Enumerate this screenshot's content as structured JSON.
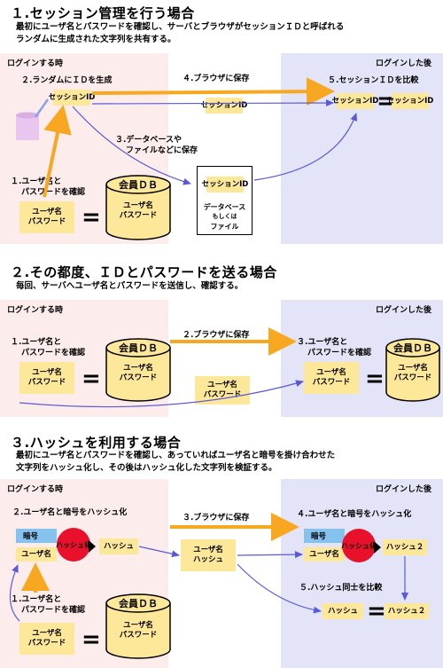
{
  "s1": {
    "title": "１.セッション管理を行う場合",
    "desc1": "最初にユーザ名とパスワードを確認し、サーバとブラウザがセッションＩＤと呼ばれる",
    "desc2": "ランダムに生成された文字列を共有する。",
    "login_label": "ログインする時",
    "after_label": "ログインした後",
    "step2": "２.ランダムにＩＤを生成",
    "step4": "４.ブラウザに保存",
    "step5": "５.セッションＩＤを比較",
    "step3_l1": "３.データベースや",
    "step3_l2": "ファイルなどに保存",
    "step1_l1": "１.ユーザ名と",
    "step1_l2": "パスワードを確認",
    "sid": "セッションID",
    "cred_l1": "ユーザ名",
    "cred_l2": "パスワード",
    "db_title": "会員ＤＢ",
    "file_l1": "データベース",
    "file_l2": "もしくは",
    "file_l3": "ファイル",
    "eq": "="
  },
  "s2": {
    "title": "２.その都度、ＩＤとパスワードを送る場合",
    "desc1": "毎回、サーバへユーザ名とパスワードを送信し、確認する。",
    "login_label": "ログインする時",
    "after_label": "ログインした後",
    "step1_l1": "１.ユーザ名と",
    "step1_l2": "パスワードを確認",
    "step2": "２.ブラウザに保存",
    "step3_l1": "３.ユーザ名と",
    "step3_l2": "パスワードを確認",
    "cred_l1": "ユーザ名",
    "cred_l2": "パスワード",
    "db_title": "会員ＤＢ",
    "eq": "="
  },
  "s3": {
    "title": "３.ハッシュを利用する場合",
    "desc1": "最初にユーザ名とパスワードを確認し、あっていればユーザ名と暗号を掛け合わせた",
    "desc2": "文字列をハッシュ化し、その後はハッシュ化した文字列を検証する。",
    "login_label": "ログインする時",
    "after_label": "ログインした後",
    "step2": "２.ユーザ名と暗号をハッシュ化",
    "step3": "３.ブラウザに保存",
    "step4": "４.ユーザ名と暗号をハッシュ化",
    "step5": "５.ハッシュ同士を比較",
    "step1_l1": "１.ユーザ名と",
    "step1_l2": "パスワードを確認",
    "secret": "暗号",
    "user": "ユーザ名",
    "hash_fn": "ハッシュ化",
    "hash": "ハッシュ",
    "hash2": "ハッシュ２",
    "cred_l1": "ユーザ名",
    "cred_l2": "パスワード",
    "db_title": "会員ＤＢ",
    "eq": "="
  },
  "colors": {
    "left_zone": "#fcecec",
    "right_zone": "#e4e4f8",
    "yellow_box": "#fde89a",
    "blue_box": "#86c2ee",
    "orange_arrow": "#f8a820",
    "blue_arrow": "#5a5ad8",
    "hash_circle": "#e8102a"
  }
}
